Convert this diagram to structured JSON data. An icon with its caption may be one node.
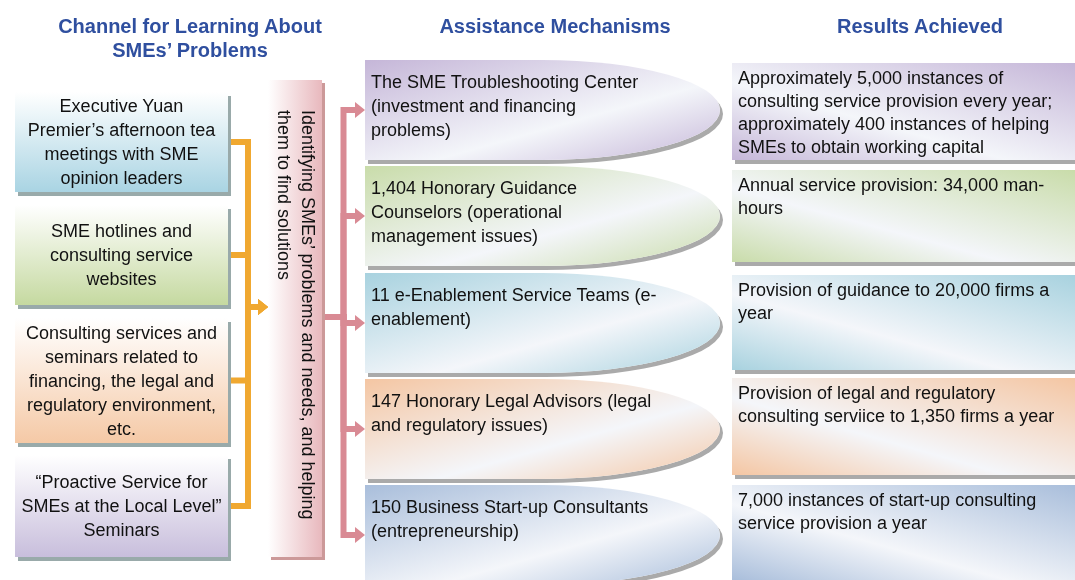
{
  "diagram": {
    "nodes": [
      {
        "text": [
          "Executive Yuan Premier’s afternoon tea meetings with SME opinion leaders"
        ]
      },
      {
        "text": [
          "SME hotlines and consulting service websites"
        ]
      },
      {
        "text": [
          "Consulting services and seminars related to financing, the legal and regulatory environment, etc."
        ]
      },
      {
        "text": [
          "“Proactive Service for SMEs at the Local Level” Seminars"
        ]
      },
      {
        "text": [
          "Identifying SMEs’ problems and needs, and helping them to find solutions"
        ]
      },
      {
        "text": [
          "The SME Troubleshooting Center (investment and financing problems)"
        ]
      },
      {
        "text": [
          "1,404 Honorary Guidance Counselors (operational management issues)"
        ]
      },
      {
        "text": [
          "11 e-Enablement Service Teams (e-enablement)"
        ]
      },
      {
        "text": [
          "147 Honorary Legal Advisors (legal and regulatory issues)"
        ]
      },
      {
        "text": [
          "150 Business Start-up Consultants (entrepreneurship)"
        ]
      },
      {
        "text": [
          "Approximately 5,000 instances of consulting service provision every year; approximately 400 instances of helping SMEs to obtain working capital"
        ]
      },
      {
        "text": [
          "Annual service provision: 34,000 man-hours"
        ]
      },
      {
        "text": [
          "Provision of guidance to 20,000 firms a year"
        ]
      },
      {
        "text": [
          "Provision of legal and regulatory consulting serviice to 1,350 firms a year"
        ]
      },
      {
        "text": [
          "7,000 instances of start-up consulting service provision a year"
        ]
      }
    ],
    "edges": [
      {
        "from": 0,
        "to": 4,
        "arrow": "to",
        "color": "#f0a830"
      },
      {
        "from": 1,
        "to": 4,
        "arrow": "to",
        "color": "#f0a830"
      },
      {
        "from": 2,
        "to": 4,
        "arrow": "to",
        "color": "#f0a830"
      },
      {
        "from": 3,
        "to": 4,
        "arrow": "to",
        "color": "#f0a830"
      },
      {
        "from": 4,
        "to": 5,
        "arrow": "to"
      },
      {
        "from": 4,
        "to": 6,
        "arrow": "to"
      },
      {
        "from": 4,
        "to": 7,
        "arrow": "to"
      },
      {
        "from": 4,
        "to": 8,
        "arrow": "to"
      },
      {
        "from": 4,
        "to": 9,
        "arrow": "to"
      }
    ],
    "labels": [
      "Channel for Learning About SMEs’ Problems",
      "Assistance Mechanisms",
      "Results Achieved"
    ]
  }
}
